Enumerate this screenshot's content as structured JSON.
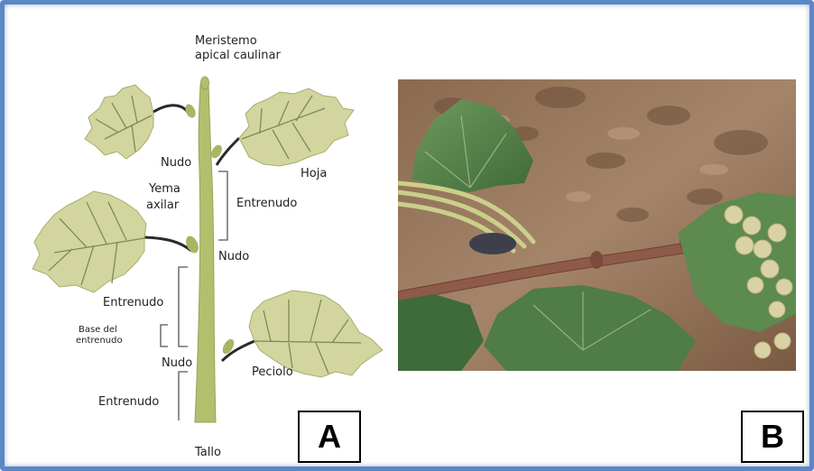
{
  "panel_a": {
    "labels": {
      "meristem_line1": "Meristemo",
      "meristem_line2": "apical caulinar",
      "nudo_top": "Nudo",
      "hoja": "Hoja",
      "yema_line1": "Yema",
      "yema_line2": "axilar",
      "entrenudo_upper": "Entrenudo",
      "nudo_middle": "Nudo",
      "entrenudo_middle": "Entrenudo",
      "base_line1": "Base del",
      "base_line2": "entrenudo",
      "nudo_bottom": "Nudo",
      "peciolo": "Peciolo",
      "entrenudo_lower": "Entrenudo",
      "tallo": "Tallo"
    },
    "letter": "A"
  },
  "panel_b": {
    "letter": "B"
  },
  "colors": {
    "frame": "#5b87c6",
    "stem": "#b3bf6d",
    "leaf": "#d2d69e",
    "leaf_vein": "#7d8a55",
    "petiole": "#2a2a2a",
    "bracket": "#555555"
  }
}
